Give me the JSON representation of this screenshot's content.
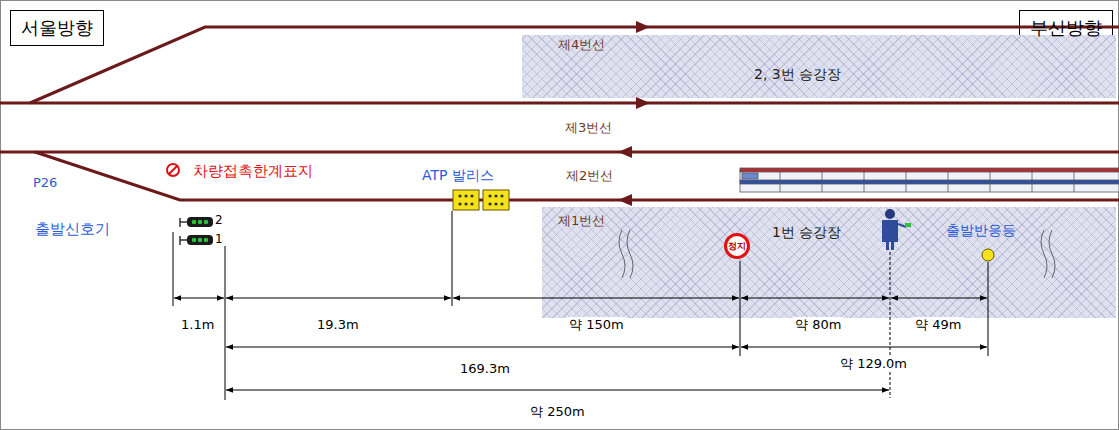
{
  "diagram": {
    "nodes": [
      {
        "text": [
          "서울방향"
        ]
      },
      {
        "text": [
          "부산방향"
        ]
      },
      {
        "text": [
          "2, 3번 승강장"
        ]
      },
      {
        "text": [
          "1번 승강장"
        ]
      },
      {
        "text": [
          "정지"
        ],
        "in": 3
      }
    ],
    "labels": [
      "제4번선",
      "제3번선",
      "P26",
      "차량접촉한계표지",
      "ATP 발리스",
      "제2번선",
      "출발신호기",
      "2",
      "1",
      "제1번선",
      "출발반응등",
      "1.1m",
      "19.3m",
      "약 150m",
      "약 80m",
      "약 49m",
      "169.3m",
      "약 129.0m",
      "약 250m"
    ]
  }
}
